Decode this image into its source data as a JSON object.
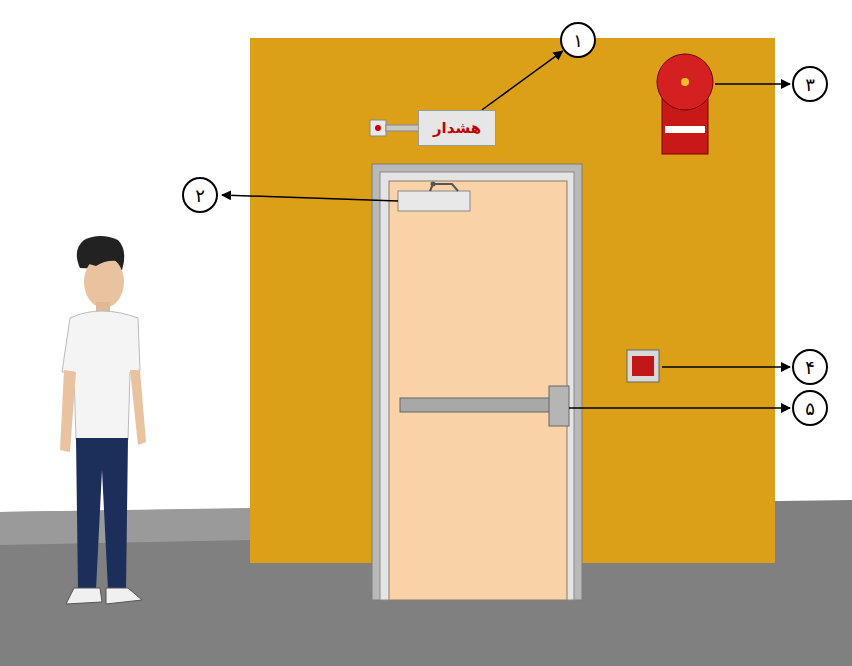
{
  "diagram": {
    "nodes": [
      {
        "text": [
          "هشدار"
        ]
      },
      {
        "text": [
          "۱"
        ]
      },
      {
        "text": [
          "۲"
        ]
      },
      {
        "text": [
          "۳"
        ]
      },
      {
        "text": [
          "۴"
        ]
      },
      {
        "text": [
          "۵"
        ]
      }
    ],
    "edges": [
      {
        "from": 0,
        "to": 1,
        "arrow": "to"
      }
    ]
  }
}
